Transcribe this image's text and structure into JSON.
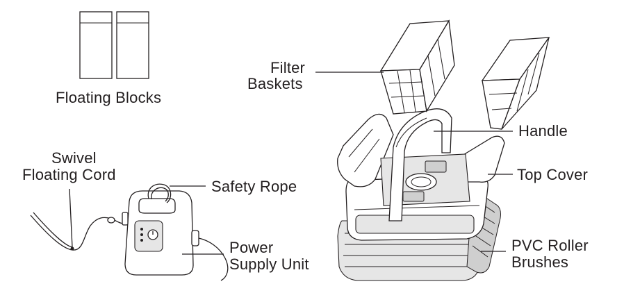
{
  "labels": {
    "floating_blocks": "Floating Blocks",
    "swivel_cord_line1": "Swivel",
    "swivel_cord_line2": "Floating Cord",
    "safety_rope": "Safety Rope",
    "power_line1": "Power",
    "power_line2": "Supply Unit",
    "filter_line1": "Filter",
    "filter_line2": "Baskets",
    "handle": "Handle",
    "top_cover": "Top Cover",
    "pvc_line1": "PVC Roller",
    "pvc_line2": "Brushes"
  }
}
